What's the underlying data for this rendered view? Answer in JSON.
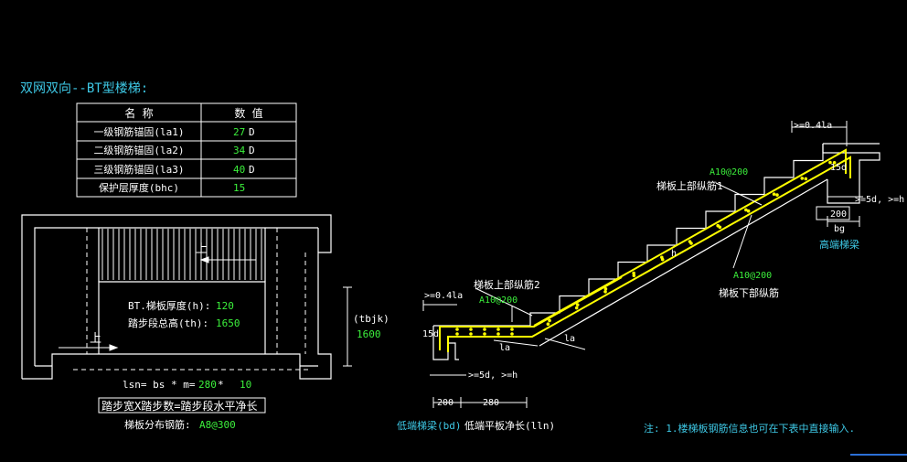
{
  "title": "双网双向--BT型楼梯:",
  "param_table": {
    "headers": [
      "名 称",
      "数 值"
    ],
    "rows": [
      {
        "name": "一级钢筋锚固(la1)",
        "value": "27",
        "unit": "D"
      },
      {
        "name": "二级钢筋锚固(la2)",
        "value": "34",
        "unit": "D"
      },
      {
        "name": "三级钢筋锚固(la3)",
        "value": "40",
        "unit": "D"
      },
      {
        "name": "保护层厚度(bhc)",
        "value": "15",
        "unit": ""
      }
    ]
  },
  "plan": {
    "up_label_1": "上",
    "up_label_2": "上",
    "thickness_label": "BT.梯板厚度(h):",
    "thickness_value": "120",
    "height_label": "踏步段总高(th):",
    "height_value": "1650",
    "lsn_label": "lsn= bs * m=",
    "bs_value": "280",
    "times": " * ",
    "m_value": "10",
    "formula": "踏步宽X踏步数=踏步段水平净长",
    "dist_label": "梯板分布钢筋:",
    "dist_value": "A8@300",
    "tbjk_label": "(tbjk)",
    "tbjk_value": "1600"
  },
  "section": {
    "anchor_top": ">=0.4la",
    "anchor_left": ">=0.4la",
    "hook_15d_top": "15d",
    "hook_15d_left": "15d",
    "top_bar_1": "梯板上部纵筋1",
    "top_bar_1_spec": "A10@200",
    "top_bar_2": "梯板上部纵筋2",
    "top_bar_2_spec": "A10@200",
    "bottom_bar": "梯板下部纵筋",
    "bottom_bar_spec": "A10@200",
    "h_label": "h",
    "la_label_1": "la",
    "la_label_2": "la",
    "ge5d_top": ">=5d, >=h",
    "ge5d_bottom": ">=5d, >=h",
    "high_beam_width": "200",
    "bg_label": "bg",
    "high_beam_label": "高端梯梁",
    "low_beam_width": "200",
    "low_flat_width": "280",
    "low_beam_label": "低端梯梁(bd)",
    "low_flat_label": "低端平板净长(lln)"
  },
  "note": "注: 1.楼梯板钢筋信息也可在下表中直接输入.",
  "colors": {
    "background": "#000000",
    "line": "#ffffff",
    "title": "#3ec9e6",
    "value": "#3cf03c",
    "rebar": "#ffff00",
    "grey": "#b4b4b4"
  }
}
